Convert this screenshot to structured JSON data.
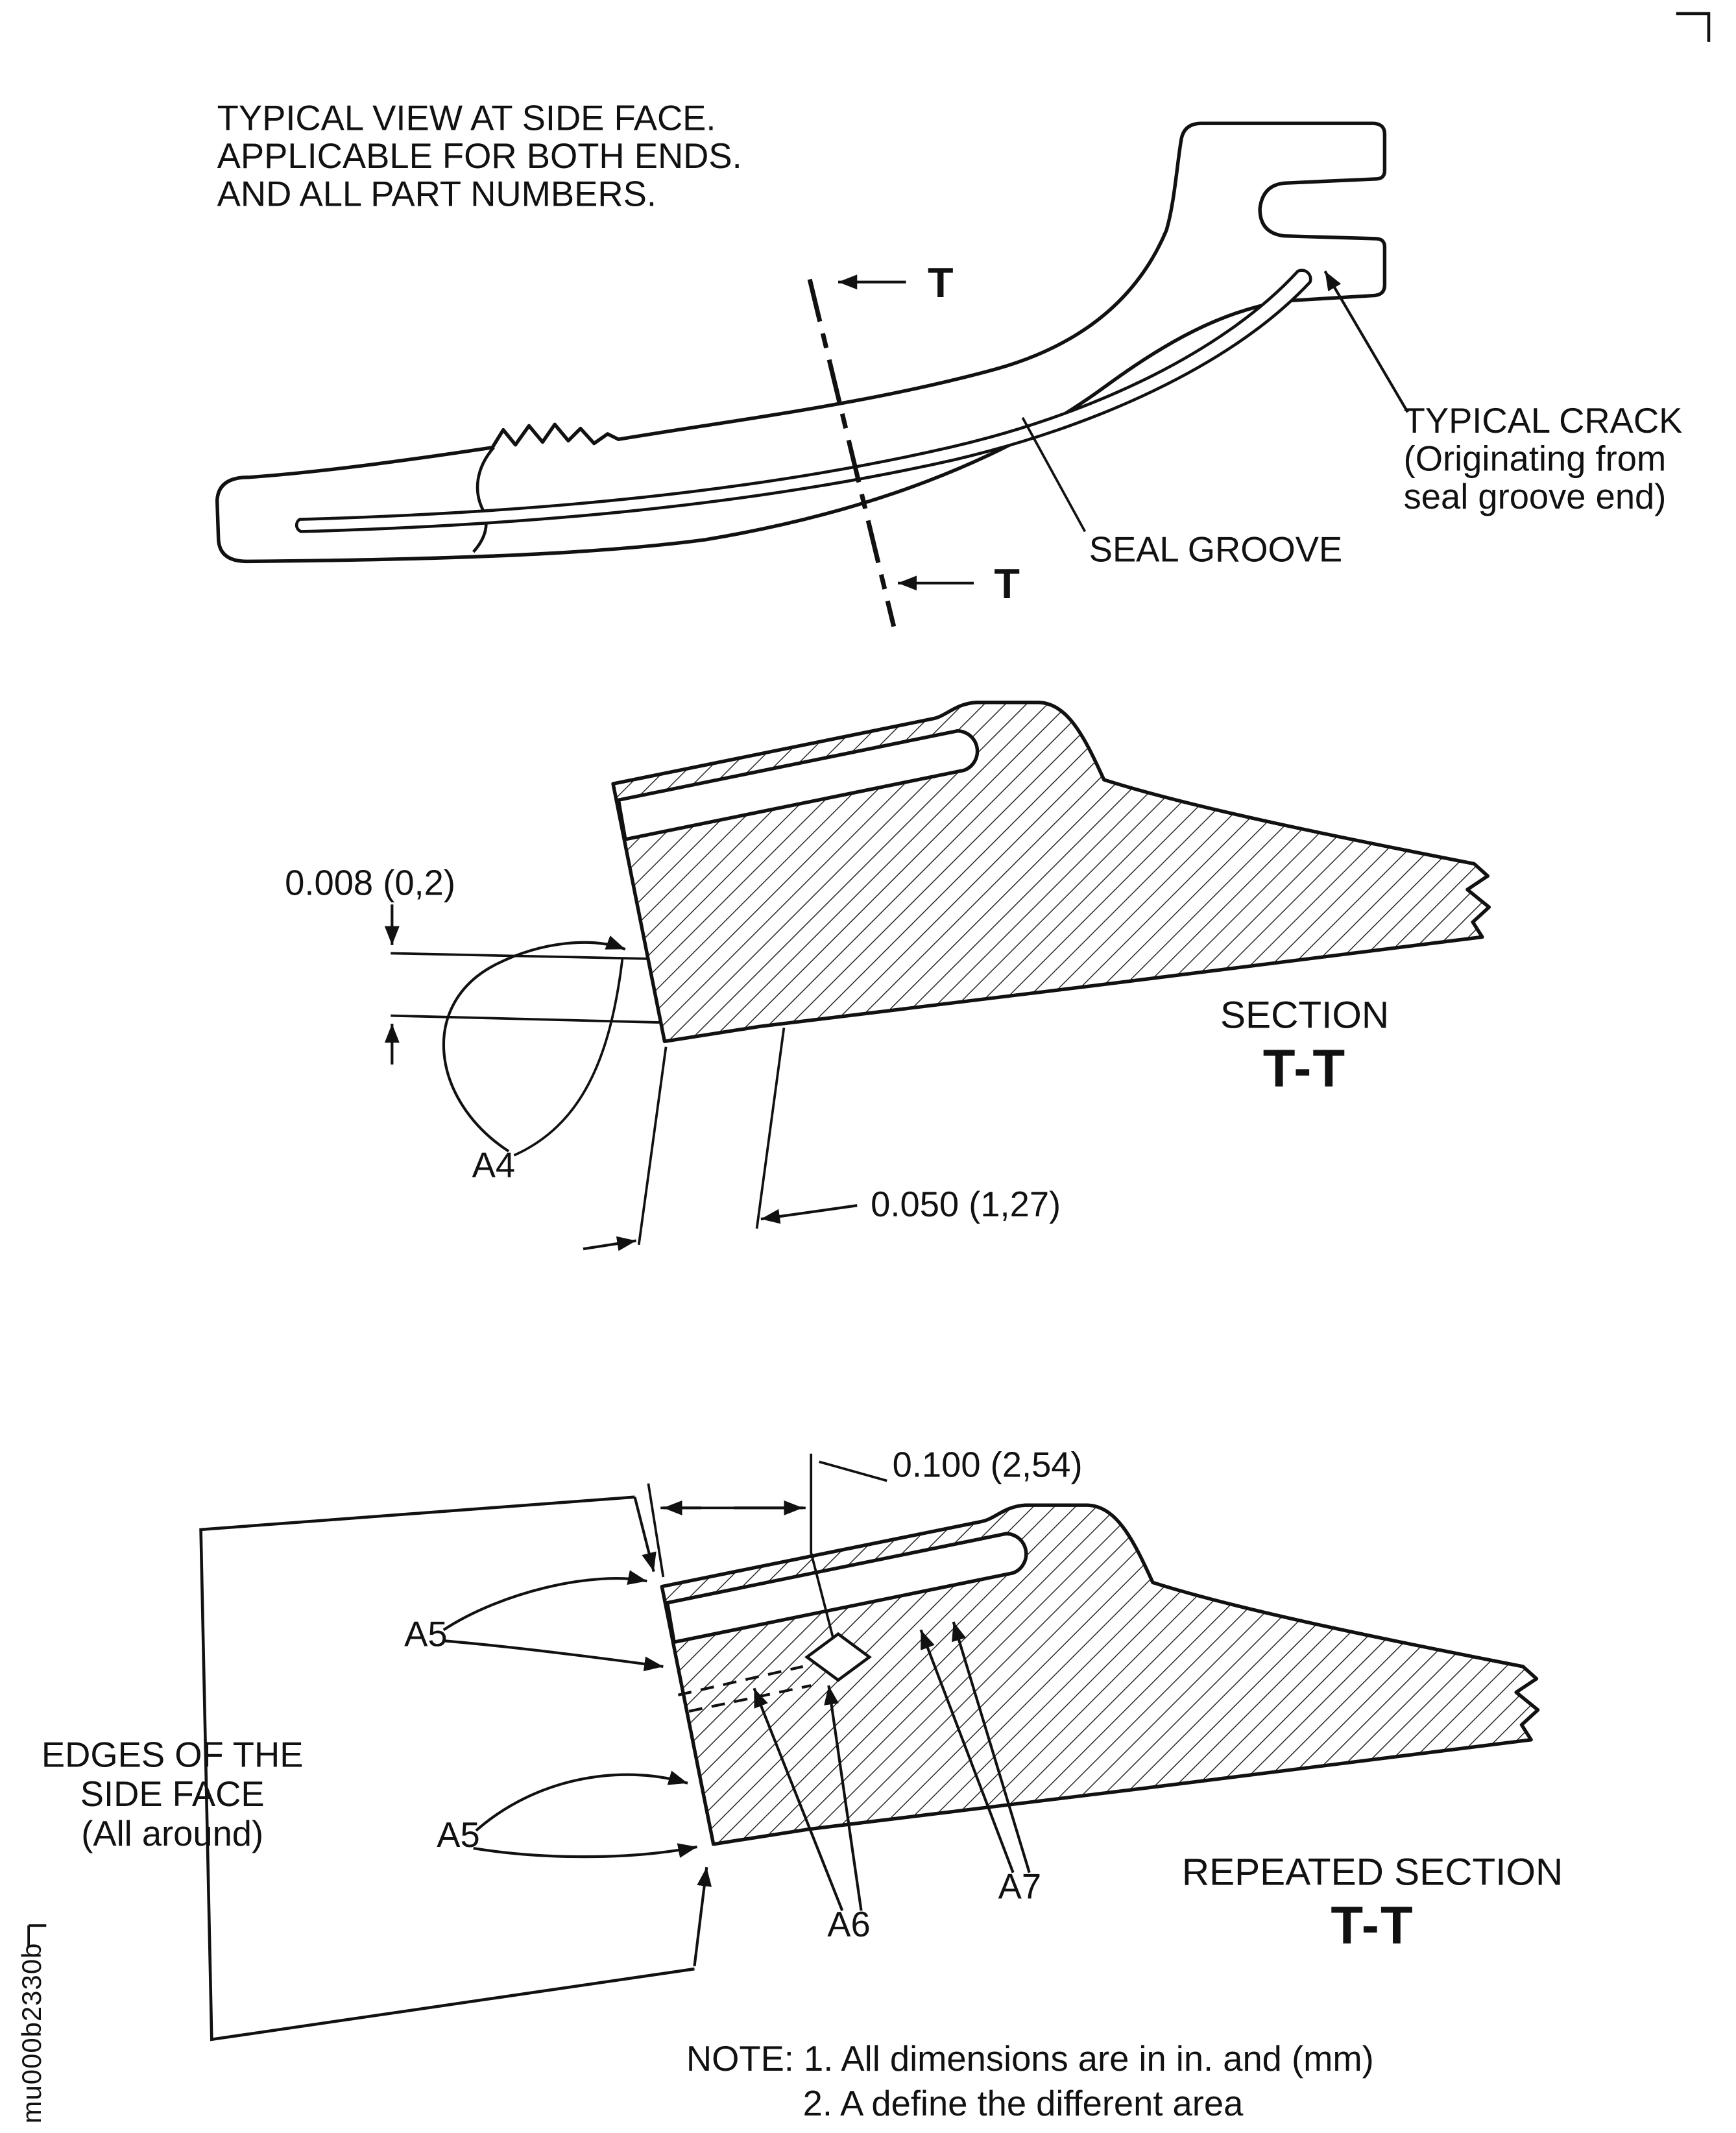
{
  "page": {
    "doc_number": "mu000b2330b"
  },
  "top_view": {
    "caption": {
      "line1": "TYPICAL VIEW AT SIDE FACE.",
      "line2": "APPLICABLE FOR BOTH ENDS.",
      "line3": "AND ALL PART NUMBERS."
    },
    "cut_letter_top": "T",
    "cut_letter_bottom": "T",
    "seal_groove_label": "SEAL GROOVE",
    "crack_label": {
      "line1": "TYPICAL CRACK",
      "line2": "(Originating from",
      "line3": "seal groove end)"
    }
  },
  "section_view": {
    "depth_dim": "0.008 (0,2)",
    "width_dim": "0.050 (1,27)",
    "area_label": "A4",
    "title_word": "SECTION",
    "title_letters": "T-T"
  },
  "repeated_view": {
    "width_dim": "0.100 (2,54)",
    "area_a5_upper": "A5",
    "area_a5_lower": "A5",
    "area_a6": "A6",
    "area_a7": "A7",
    "edges_label": {
      "line1": "EDGES OF THE",
      "line2": "SIDE FACE",
      "line3": "(All around)"
    },
    "title_word": "REPEATED SECTION",
    "title_letters": "T-T"
  },
  "notes": {
    "line1": "NOTE: 1. All dimensions are in in. and (mm)",
    "line2": "2. A define the different area"
  }
}
